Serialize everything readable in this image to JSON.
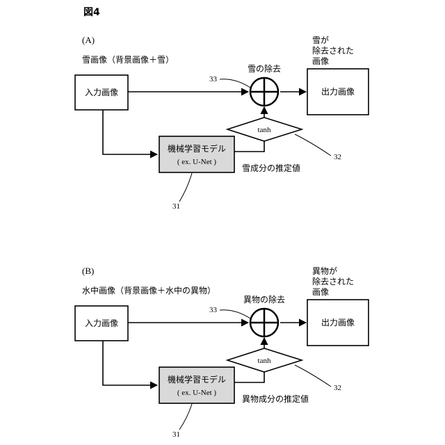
{
  "figure_label": "図4",
  "panels": [
    {
      "tag": "(A)",
      "input_caption": "雪画像（背景画像＋雪）",
      "input_box": "入力画像",
      "ml_box_line1": "機械学習モデル",
      "ml_box_line2": "( ex. U-Net )",
      "activation": "tanh",
      "estimate_label": "雪成分の推定値",
      "removal_label": "雪の除去",
      "output_caption": [
        "雪が",
        "除去された",
        "画像"
      ],
      "output_box": "出力画像",
      "ref_operator": "33",
      "ref_activation": "32",
      "ref_model": "31"
    },
    {
      "tag": "(B)",
      "input_caption": "水中画像（背景画像＋水中の異物）",
      "input_box": "入力画像",
      "ml_box_line1": "機械学習モデル",
      "ml_box_line2": "( ex. U-Net )",
      "activation": "tanh",
      "estimate_label": "異物成分の推定値",
      "removal_label": "異物の除去",
      "output_caption": [
        "異物が",
        "除去された",
        "画像"
      ],
      "output_box": "出力画像",
      "ref_operator": "33",
      "ref_activation": "32",
      "ref_model": "31"
    }
  ]
}
